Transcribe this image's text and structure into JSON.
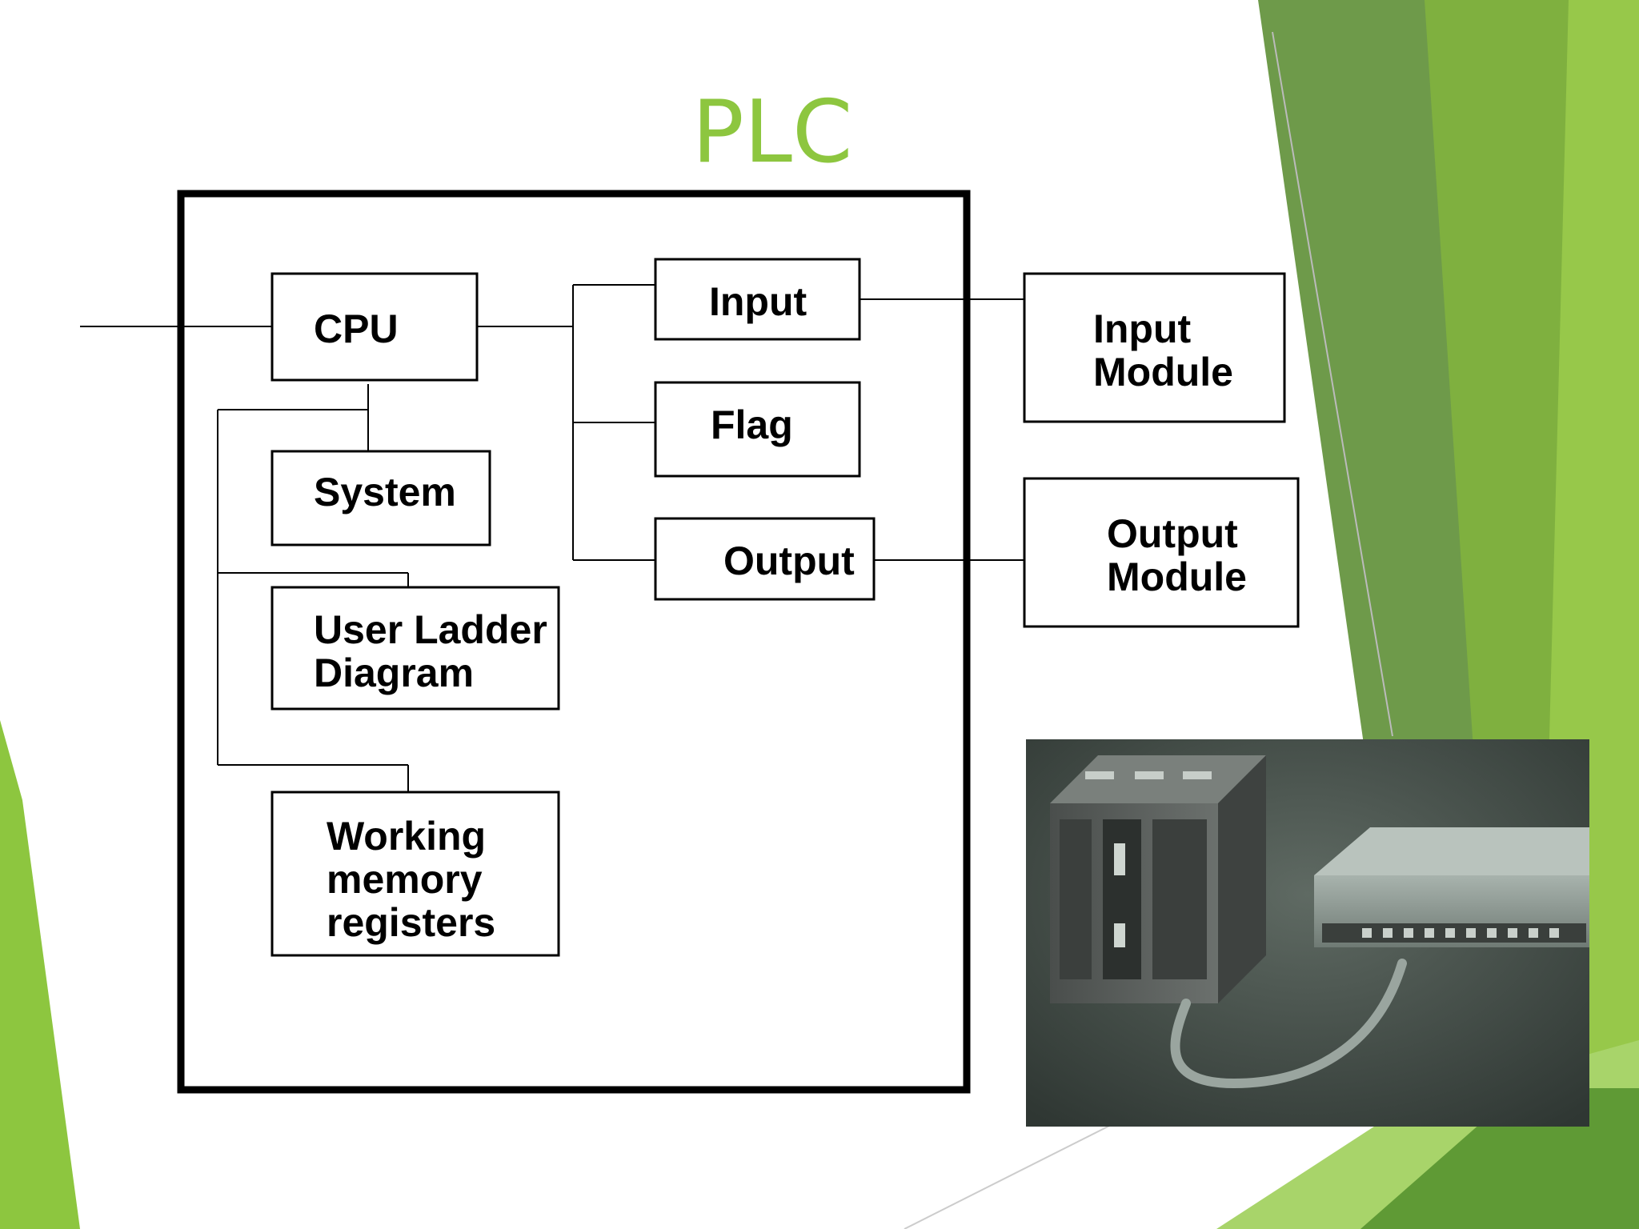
{
  "slide": {
    "title": "PLC",
    "accent_color": "#8dc63f"
  },
  "diagram": {
    "nodes": {
      "cpu": "CPU",
      "system": "System",
      "user_ladder": [
        "User Ladder",
        "Diagram"
      ],
      "working_memory": [
        "Working",
        "memory",
        "registers"
      ],
      "input": "Input",
      "flag": "Flag",
      "output": "Output",
      "input_module": [
        "Input",
        "Module"
      ],
      "output_module": [
        "Output",
        "Module"
      ]
    }
  },
  "photo": {
    "subject": "plc-hardware-photo"
  }
}
